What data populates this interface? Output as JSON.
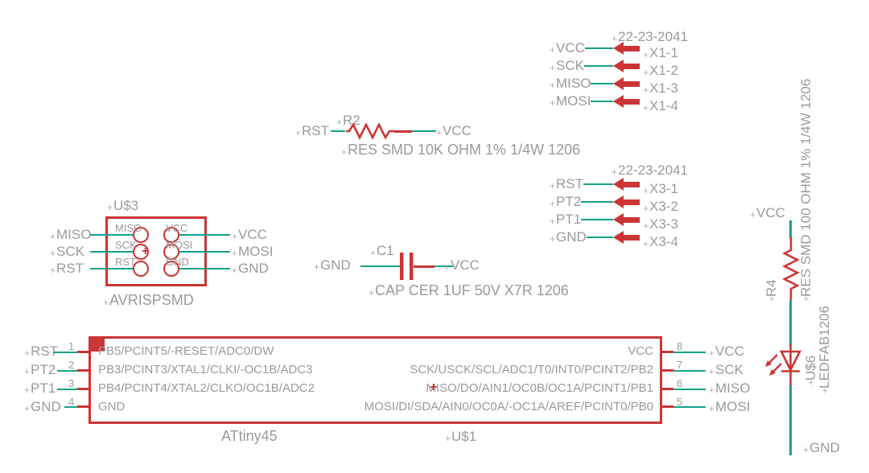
{
  "symbols": {
    "origin_cross": "+"
  },
  "colors": {
    "wire": "#17a189",
    "symbol": "#cb3535",
    "text": "#9a9a9a"
  },
  "x1": {
    "part": "22-23-2041",
    "rows": [
      {
        "signal": "VCC",
        "pin": "X1-1"
      },
      {
        "signal": "SCK",
        "pin": "X1-2"
      },
      {
        "signal": "MISO",
        "pin": "X1-3"
      },
      {
        "signal": "MOSI",
        "pin": "X1-4"
      }
    ]
  },
  "x3": {
    "part": "22-23-2041",
    "rows": [
      {
        "signal": "RST",
        "pin": "X3-1"
      },
      {
        "signal": "PT2",
        "pin": "X3-2"
      },
      {
        "signal": "PT1",
        "pin": "X3-3"
      },
      {
        "signal": "GND",
        "pin": "X3-4"
      }
    ]
  },
  "r2": {
    "name": "R2",
    "left_net": "RST",
    "right_net": "VCC",
    "value": "RES SMD 10K OHM 1% 1/4W 1206"
  },
  "c1": {
    "name": "C1",
    "left_net": "GND",
    "right_net": "VCC",
    "value": "CAP CER 1UF 50V X7R 1206"
  },
  "u3": {
    "name": "U$3",
    "footprint": "AVRISPSMD",
    "left": [
      {
        "pin": "MISO",
        "net": "MISO"
      },
      {
        "pin": "SCK",
        "net": "SCK"
      },
      {
        "pin": "RST",
        "net": "RST"
      }
    ],
    "right": [
      {
        "pin": "VCC",
        "net": "VCC"
      },
      {
        "pin": "MOSI",
        "net": "MOSI"
      },
      {
        "pin": "GND",
        "net": "GND"
      }
    ]
  },
  "ic": {
    "value": "ATtiny45",
    "name": "U$1",
    "left": [
      {
        "net": "RST",
        "num": "1",
        "fn": "PB5/PCINT5/-RESET/ADC0/DW"
      },
      {
        "net": "PT2",
        "num": "2",
        "fn": "PB3/PCINT3/XTAL1/CLKI/-OC1B/ADC3"
      },
      {
        "net": "PT1",
        "num": "3",
        "fn": "PB4/PCINT4/XTAL2/CLKO/OC1B/ADC2"
      },
      {
        "net": "GND",
        "num": "4",
        "fn": "GND"
      }
    ],
    "right": [
      {
        "net": "VCC",
        "num": "8",
        "fn": "VCC"
      },
      {
        "net": "SCK",
        "num": "7",
        "fn": "SCK/USCK/SCL/ADC1/T0/INT0/PCINT2/PB2"
      },
      {
        "net": "MISO",
        "num": "6",
        "fn": "MISO/DO/AIN1/OC0B/OC1A/PCINT1/PB1"
      },
      {
        "net": "MOSI",
        "num": "5",
        "fn": "MOSI/DI/SDA/AIN0/OC0A/-OC1A/AREF/PCINT0/PB0"
      }
    ]
  },
  "led": {
    "top_net": "VCC",
    "r4_name": "R4",
    "r4_value": "RES SMD 100 OHM 1% 1/4W 1206",
    "led_name": "U$6",
    "led_value": "LEDFAB1206",
    "bottom_net": "GND"
  }
}
